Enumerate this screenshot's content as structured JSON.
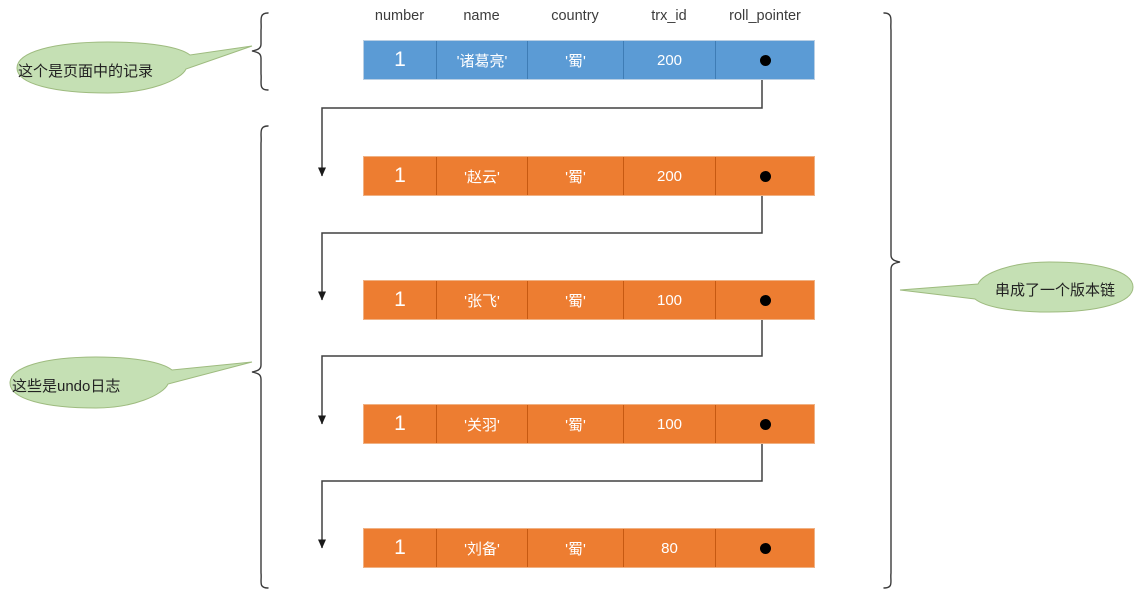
{
  "diagram": {
    "title": "InnoDB record version chain (undo log) diagram",
    "colors": {
      "current_record": "#5b9bd5",
      "undo_record": "#ed7d31",
      "callout_fill": "#c5e0b4",
      "callout_stroke": "#8faf6e",
      "connector": "#404040",
      "bracket": "#3b3b3b",
      "text_light": "#ffffff",
      "text_dark": "#222222"
    }
  },
  "columns": [
    {
      "key": "number",
      "label": "number"
    },
    {
      "key": "name",
      "label": "name"
    },
    {
      "key": "country",
      "label": "country"
    },
    {
      "key": "trx_id",
      "label": "trx_id"
    },
    {
      "key": "roll_pointer",
      "label": "roll_pointer"
    }
  ],
  "rows": [
    {
      "kind": "current-record",
      "number": "1",
      "name": "'诸葛亮'",
      "country": "'蜀'",
      "trx_id": "200",
      "roll_pointer": "pointer-dot",
      "has_outgoing_link": true
    },
    {
      "kind": "undo-record",
      "number": "1",
      "name": "'赵云'",
      "country": "'蜀'",
      "trx_id": "200",
      "roll_pointer": "pointer-dot",
      "has_outgoing_link": true
    },
    {
      "kind": "undo-record",
      "number": "1",
      "name": "'张飞'",
      "country": "'蜀'",
      "trx_id": "100",
      "roll_pointer": "pointer-dot",
      "has_outgoing_link": true
    },
    {
      "kind": "undo-record",
      "number": "1",
      "name": "'关羽'",
      "country": "'蜀'",
      "trx_id": "100",
      "roll_pointer": "pointer-dot",
      "has_outgoing_link": true
    },
    {
      "kind": "undo-record",
      "number": "1",
      "name": "'刘备'",
      "country": "'蜀'",
      "trx_id": "80",
      "roll_pointer": "pointer-dot",
      "has_outgoing_link": false
    }
  ],
  "callouts": [
    {
      "id": "page-record",
      "text": "这个是页面中的记录",
      "side": "left"
    },
    {
      "id": "undo-log",
      "text": "这些是undo日志",
      "side": "left"
    },
    {
      "id": "version-chain",
      "text": "串成了一个版本链",
      "side": "right"
    }
  ],
  "brackets": [
    {
      "id": "bracket-page-record",
      "side": "left"
    },
    {
      "id": "bracket-undo-logs",
      "side": "left"
    },
    {
      "id": "bracket-version-chain",
      "side": "right"
    }
  ]
}
